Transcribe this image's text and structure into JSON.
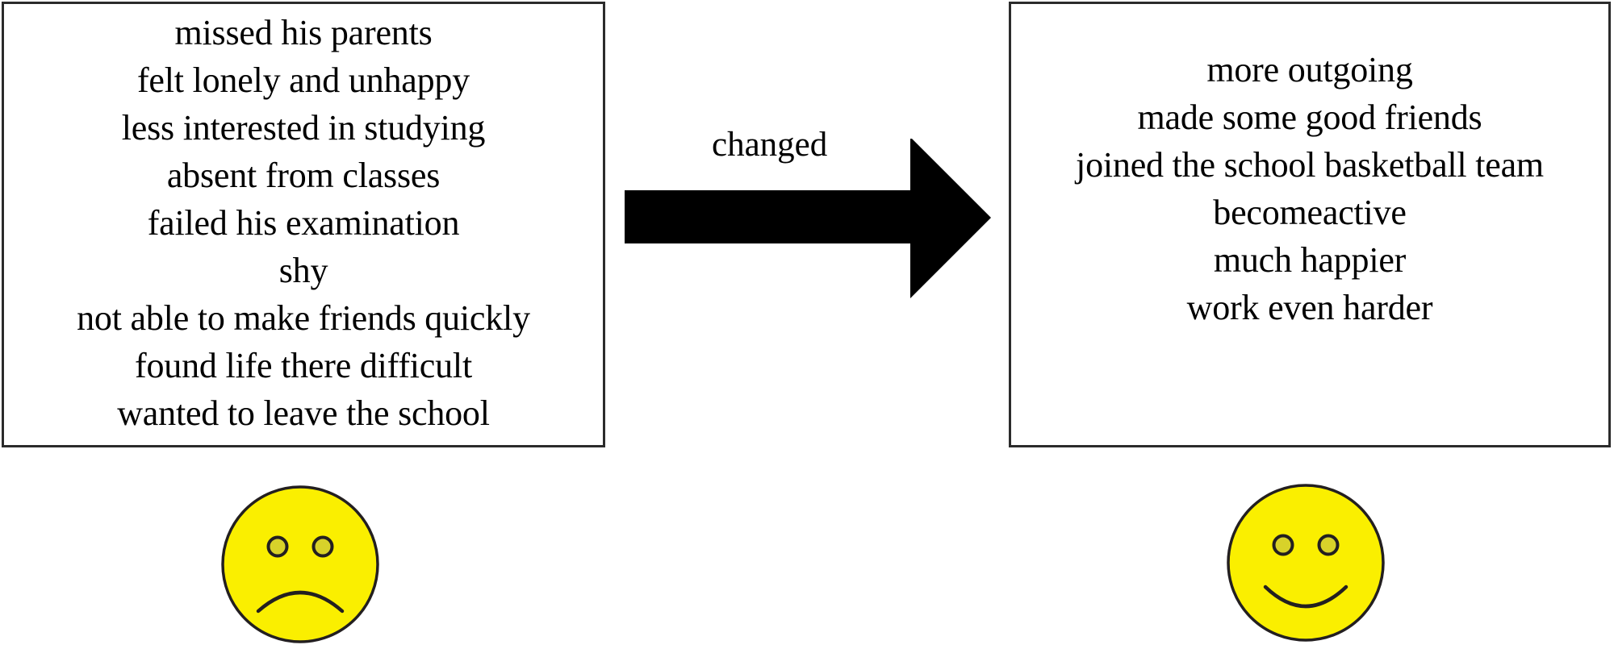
{
  "diagram": {
    "title": "changed",
    "before": {
      "label": "before-change-traits",
      "mood": "sad",
      "items": [
        "missed his parents",
        "felt lonely and unhappy",
        "less interested in studying",
        "absent from classes",
        "failed his examination",
        "shy",
        "not able to make friends quickly",
        "found life there difficult",
        "wanted to leave the school"
      ]
    },
    "after": {
      "label": "after-change-traits",
      "mood": "happy",
      "items": [
        "more outgoing",
        "made some good friends",
        "joined the school basketball team",
        "becomeactive",
        "much happier",
        "work even harder"
      ]
    },
    "connector": {
      "label": "changed",
      "direction": "left-to-right",
      "icon": "right-arrow-icon"
    },
    "icons": {
      "sad_face": "sad-face-icon",
      "happy_face": "happy-face-icon"
    },
    "colors": {
      "face_fill": "#faef00",
      "face_outline": "#231f20",
      "eye_fill": "#d8d22a",
      "eye_outline": "#231f20",
      "arrow_fill": "#000000",
      "box_border": "#2b2b2b",
      "background": "#ffffff",
      "text": "#000000"
    }
  }
}
